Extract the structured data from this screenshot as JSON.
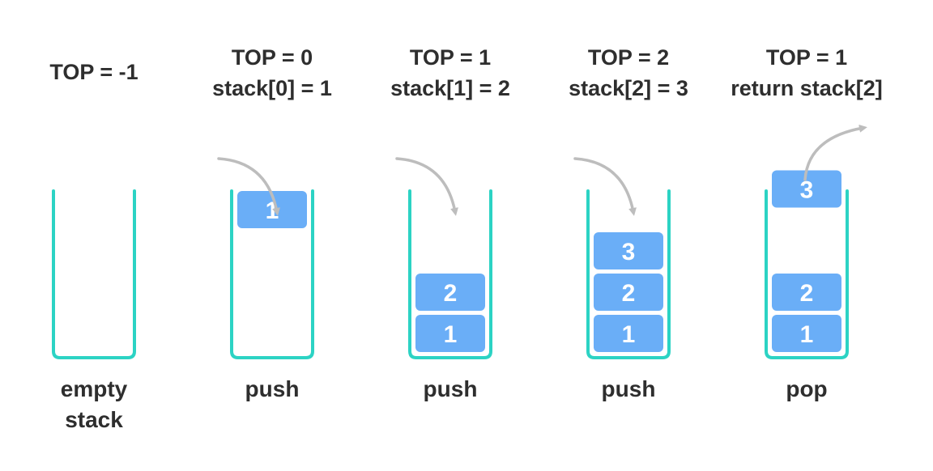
{
  "colors": {
    "container": "#2cd3c4",
    "box": "#6aaef7",
    "arrow": "#bdbdbd",
    "text": "#2e2e2e"
  },
  "stages": [
    {
      "title_lines": [
        "TOP = -1"
      ],
      "caption_lines": [
        "empty",
        "stack"
      ],
      "boxes": [],
      "arrow": null
    },
    {
      "title_lines": [
        "TOP = 0",
        "stack[0] = 1"
      ],
      "caption_lines": [
        "push"
      ],
      "boxes": [
        {
          "label": "1",
          "slot": 3
        }
      ],
      "arrow": "in"
    },
    {
      "title_lines": [
        "TOP = 1",
        "stack[1] = 2"
      ],
      "caption_lines": [
        "push"
      ],
      "boxes": [
        {
          "label": "1",
          "slot": 0
        },
        {
          "label": "2",
          "slot": 1
        }
      ],
      "arrow": "in"
    },
    {
      "title_lines": [
        "TOP = 2",
        "stack[2] = 3"
      ],
      "caption_lines": [
        "push"
      ],
      "boxes": [
        {
          "label": "1",
          "slot": 0
        },
        {
          "label": "2",
          "slot": 1
        },
        {
          "label": "3",
          "slot": 2
        }
      ],
      "arrow": "in"
    },
    {
      "title_lines": [
        "TOP = 1",
        "return stack[2]"
      ],
      "caption_lines": [
        "pop"
      ],
      "boxes": [
        {
          "label": "1",
          "slot": 0
        },
        {
          "label": "2",
          "slot": 1
        },
        {
          "label": "3",
          "slot": 3.5
        }
      ],
      "arrow": "out"
    }
  ]
}
